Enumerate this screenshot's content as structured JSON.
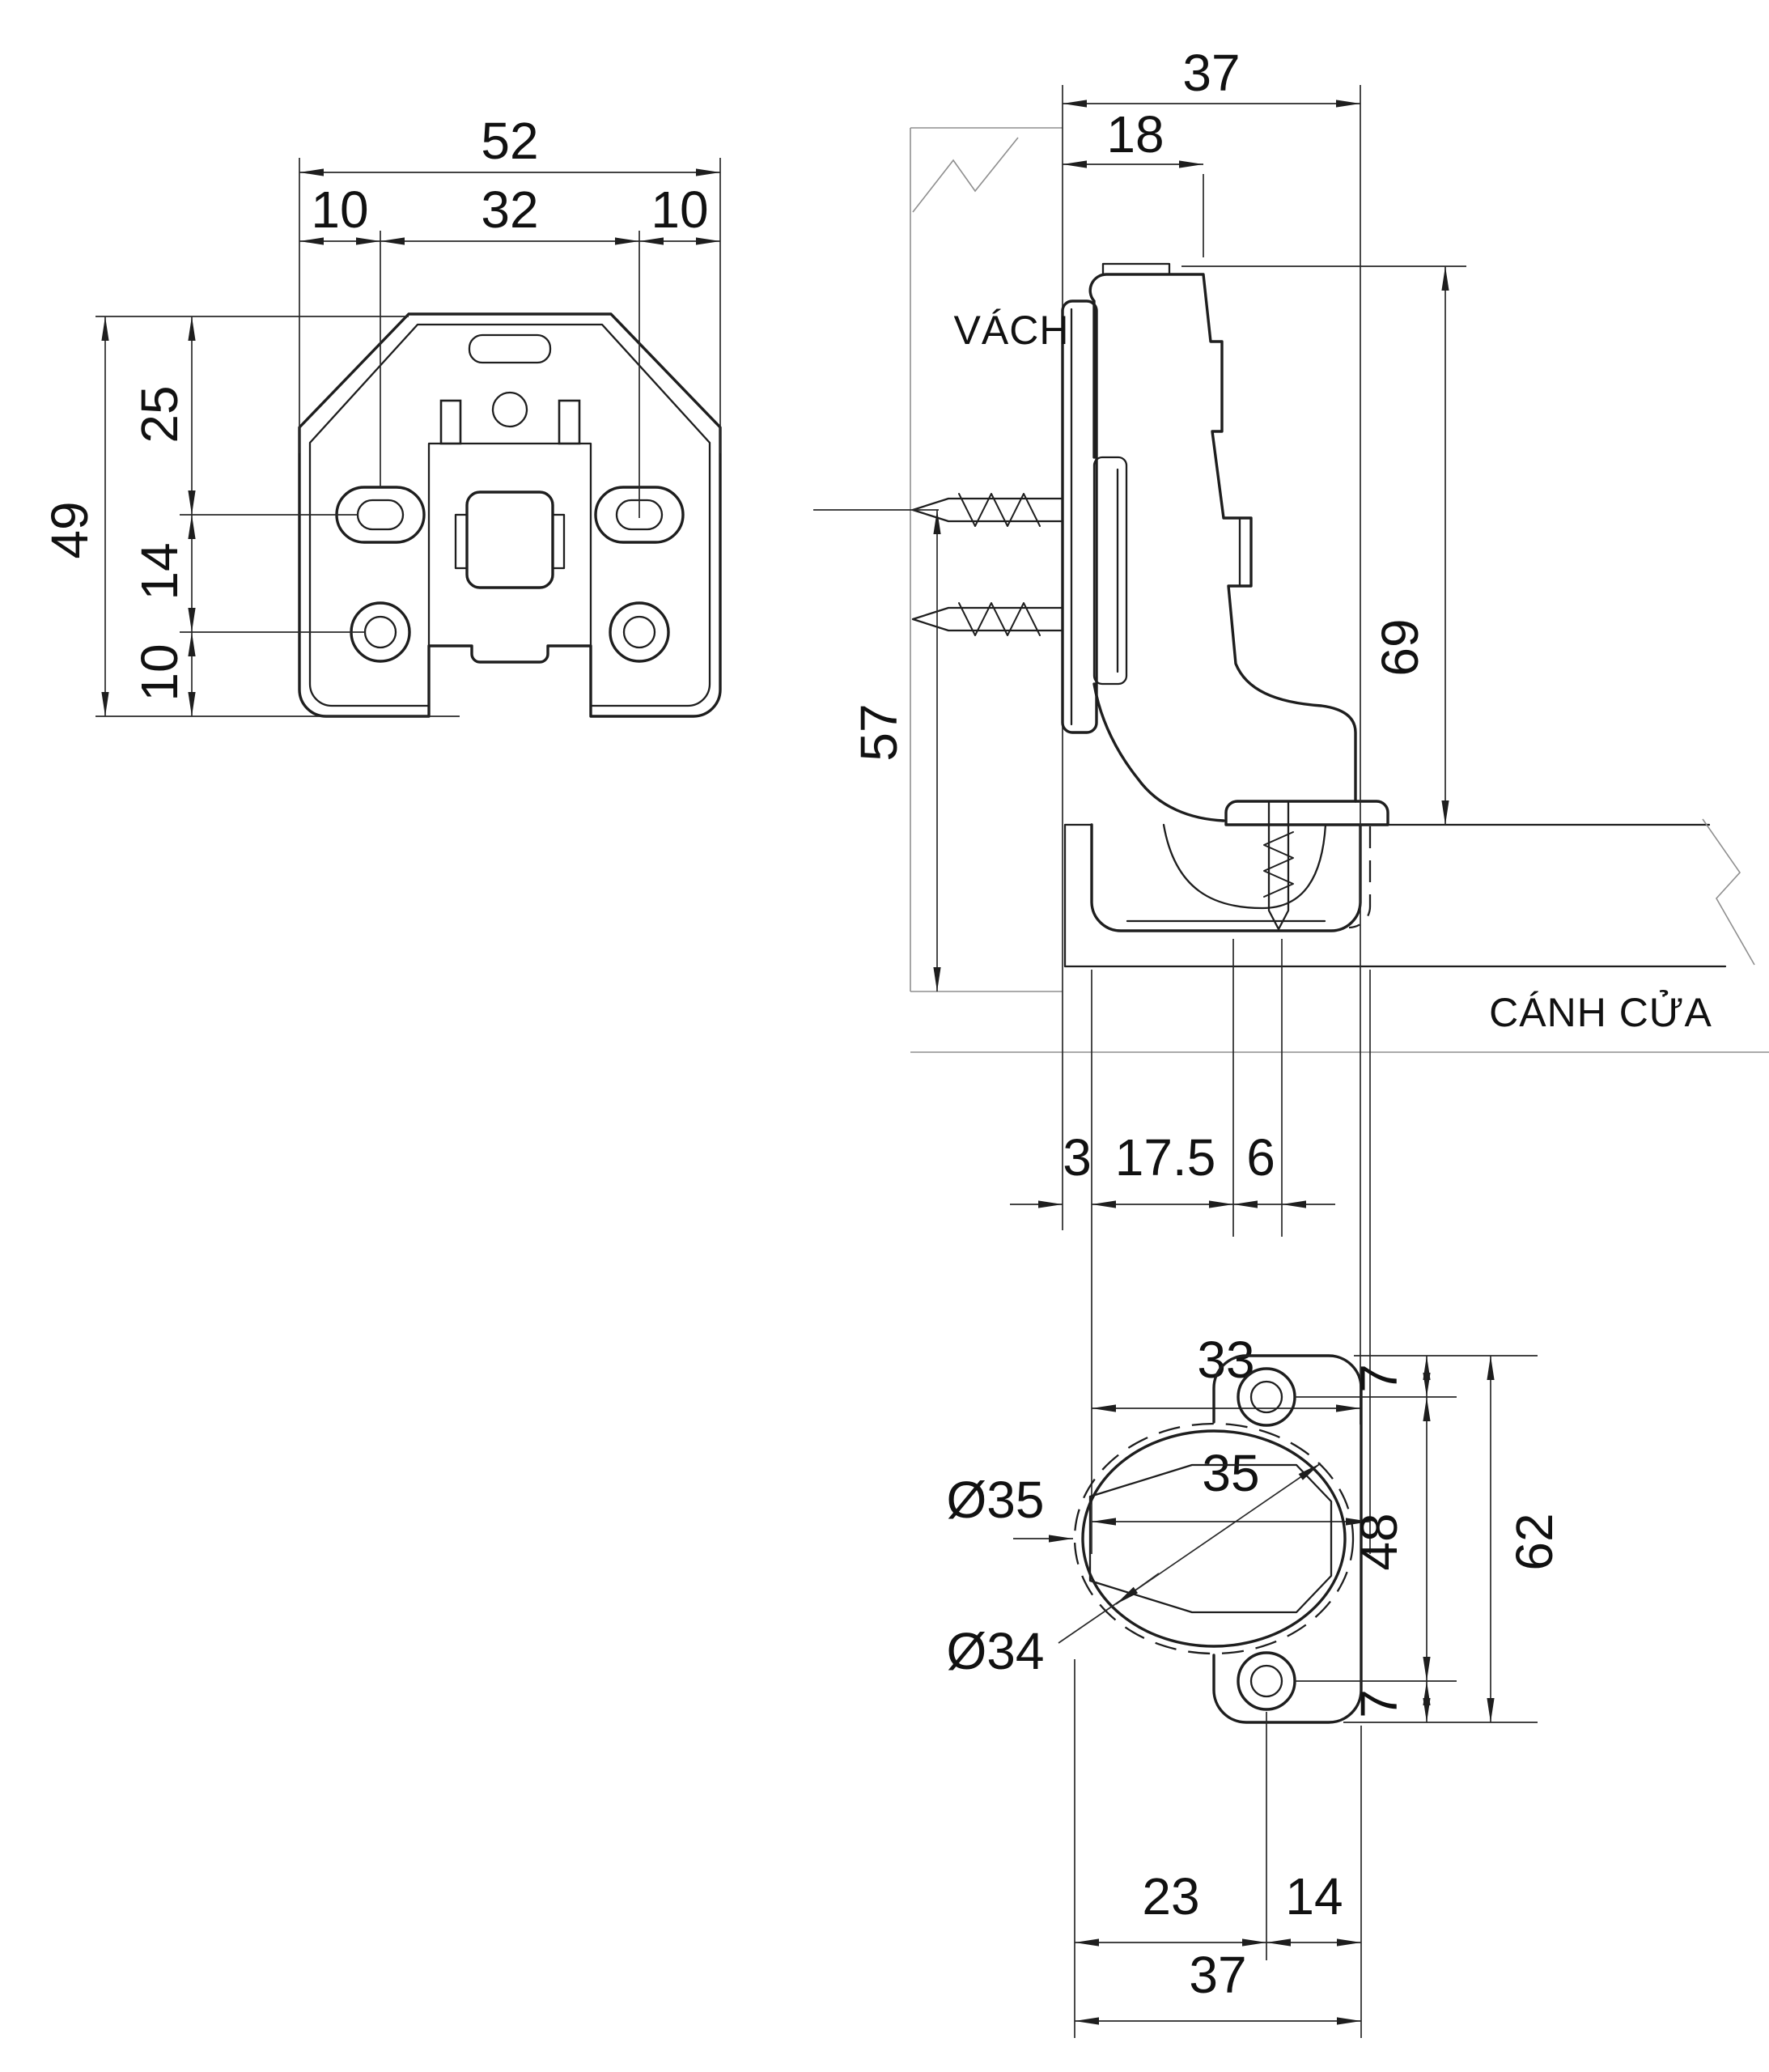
{
  "views": {
    "plate": {
      "dims": {
        "overall_width": "52",
        "left_offset": "10",
        "slot_spacing": "32",
        "right_offset": "10",
        "overall_height": "49",
        "top_to_slot": "25",
        "slot_to_hole": "14",
        "hole_to_bottom": "10"
      }
    },
    "side": {
      "labels": {
        "wall": "VÁCH",
        "door": "CÁNH CỬA"
      },
      "dims": {
        "overall_depth": "37",
        "plate_depth": "18",
        "overall_height": "69",
        "screw_to_edge": "57",
        "edge_gap": "3",
        "cup_center": "17.5",
        "screw_offset": "6",
        "cup_body": "33",
        "cup_bore": "35"
      }
    },
    "cup": {
      "dims": {
        "bore_diameter": "Ø35",
        "cup_diameter": "Ø34",
        "top_margin": "7",
        "hole_spacing": "48",
        "overall_height": "62",
        "bottom_margin": "7",
        "edge_to_hole": "23",
        "hole_to_edge": "14",
        "overall_width": "37"
      }
    }
  }
}
